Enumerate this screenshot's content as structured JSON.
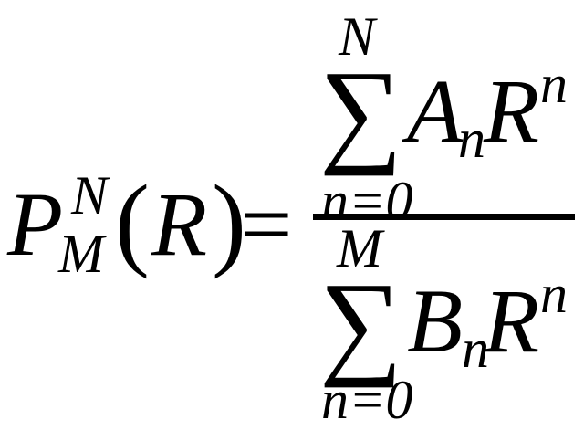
{
  "formula": {
    "lhs": {
      "function": "P",
      "superscript": "N",
      "subscript": "M",
      "open_paren": "(",
      "argument": "R",
      "close_paren": ")",
      "equals": "="
    },
    "numerator": {
      "sum_symbol": "∑",
      "upper_limit": "N",
      "lower_limit": "n=0",
      "coefficient": "A",
      "coefficient_index": "n",
      "variable": "R",
      "exponent": "n"
    },
    "denominator": {
      "sum_symbol": "∑",
      "upper_limit": "M",
      "lower_limit": "n=0",
      "coefficient": "B",
      "coefficient_index": "n",
      "variable": "R",
      "exponent": "n"
    }
  }
}
